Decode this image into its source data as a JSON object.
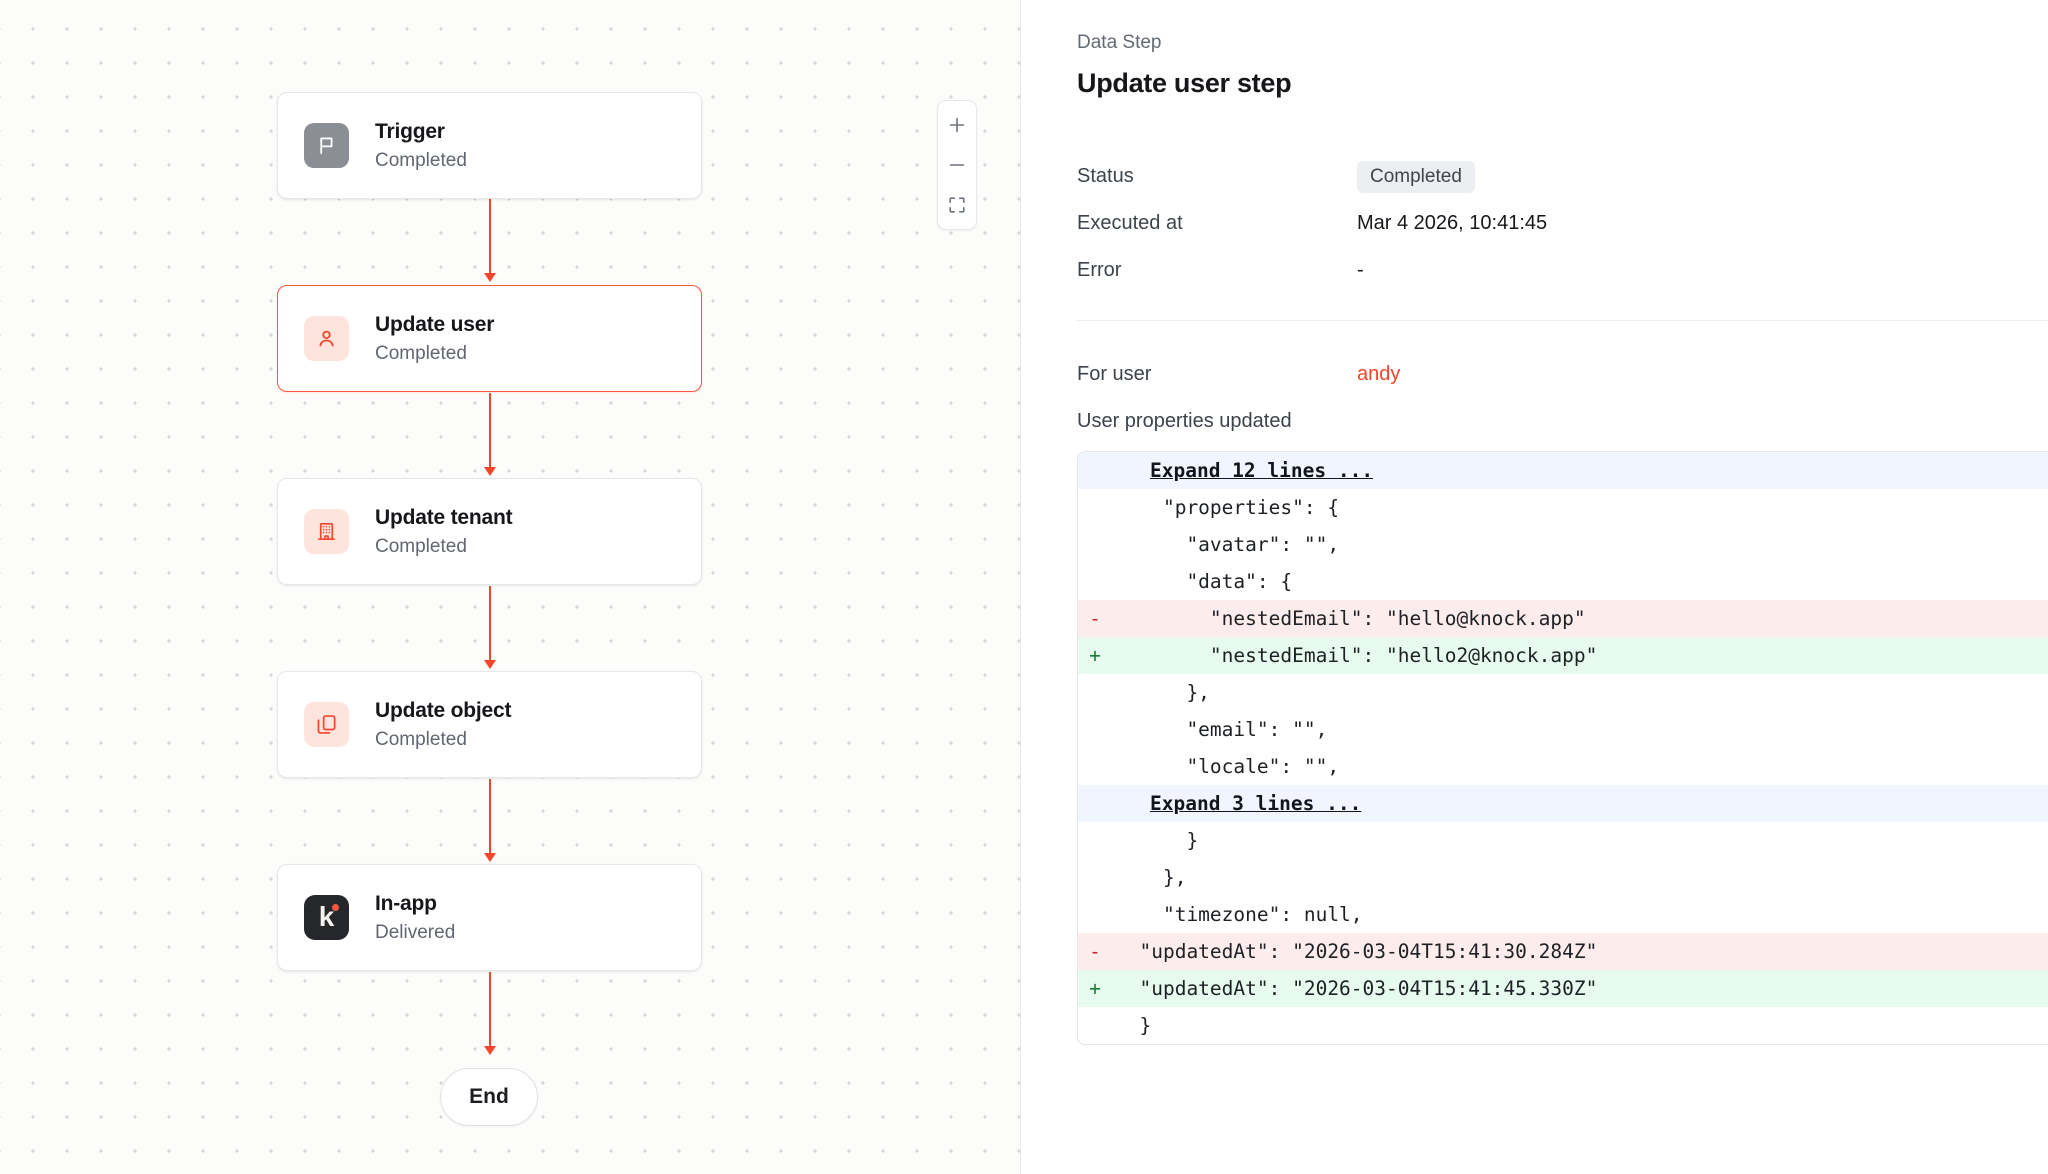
{
  "canvas": {
    "zoom_controls": [
      {
        "name": "zoom-in",
        "glyph": "+"
      },
      {
        "name": "zoom-out",
        "glyph": "−"
      },
      {
        "name": "fit-view",
        "glyph": "fit"
      }
    ],
    "nodes": [
      {
        "title": "Trigger",
        "status": "Completed",
        "icon": "flag-icon",
        "icon_style": "grey",
        "selected": false
      },
      {
        "title": "Update user",
        "status": "Completed",
        "icon": "user-icon",
        "icon_style": "peach",
        "selected": true
      },
      {
        "title": "Update tenant",
        "status": "Completed",
        "icon": "building-icon",
        "icon_style": "peach",
        "selected": false
      },
      {
        "title": "Update object",
        "status": "Completed",
        "icon": "copy-icon",
        "icon_style": "peach",
        "selected": false
      },
      {
        "title": "In-app",
        "status": "Delivered",
        "icon": "knock-logo-icon",
        "icon_style": "dark",
        "selected": false
      }
    ],
    "end_label": "End",
    "accent_color": "#f5452b",
    "selected_border_color": "#f5593d"
  },
  "panel": {
    "eyebrow": "Data Step",
    "title": "Update user step",
    "meta": [
      {
        "label": "Status",
        "value": "Completed",
        "type": "badge"
      },
      {
        "label": "Executed at",
        "value": "Mar 4 2026, 10:41:45",
        "type": "text"
      },
      {
        "label": "Error",
        "value": "-",
        "type": "text"
      }
    ],
    "for_user_label": "For user",
    "for_user_value": "andy",
    "properties_heading": "User properties updated",
    "diff": [
      {
        "marker": "",
        "text": "Expand 12 lines ...",
        "type": "expand"
      },
      {
        "marker": "",
        "text": "    \"properties\": {",
        "type": "context"
      },
      {
        "marker": "",
        "text": "      \"avatar\": \"\",",
        "type": "context"
      },
      {
        "marker": "",
        "text": "      \"data\": {",
        "type": "context"
      },
      {
        "marker": "-",
        "text": "        \"nestedEmail\": \"hello@knock.app\"",
        "type": "del"
      },
      {
        "marker": "+",
        "text": "        \"nestedEmail\": \"hello2@knock.app\"",
        "type": "add"
      },
      {
        "marker": "",
        "text": "      },",
        "type": "context"
      },
      {
        "marker": "",
        "text": "      \"email\": \"\",",
        "type": "context"
      },
      {
        "marker": "",
        "text": "      \"locale\": \"\",",
        "type": "context"
      },
      {
        "marker": "",
        "text": "Expand 3 lines ...",
        "type": "expand"
      },
      {
        "marker": "",
        "text": "      }",
        "type": "context"
      },
      {
        "marker": "",
        "text": "    },",
        "type": "context"
      },
      {
        "marker": "",
        "text": "    \"timezone\": null,",
        "type": "context"
      },
      {
        "marker": "-",
        "text": "  \"updatedAt\": \"2026-03-04T15:41:30.284Z\"",
        "type": "del"
      },
      {
        "marker": "+",
        "text": "  \"updatedAt\": \"2026-03-04T15:41:45.330Z\"",
        "type": "add"
      },
      {
        "marker": "",
        "text": "  }",
        "type": "context"
      }
    ]
  }
}
